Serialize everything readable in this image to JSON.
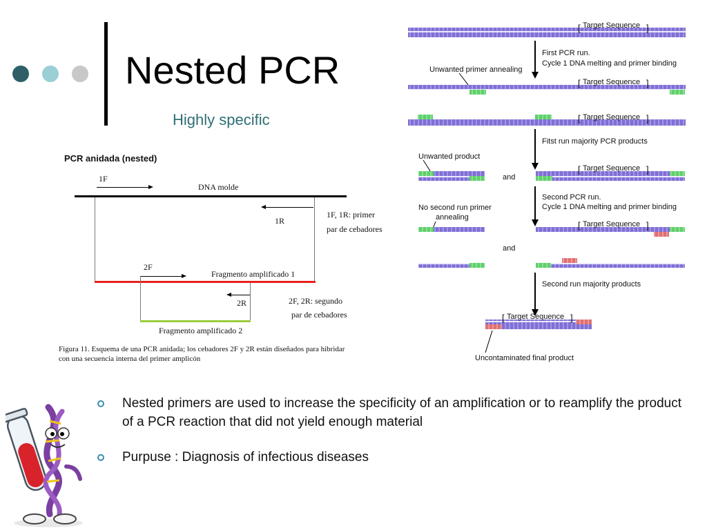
{
  "slide": {
    "title": "Nested PCR",
    "subtitle": "Highly specific",
    "colors": {
      "dot_dark": "#2e5f66",
      "dot_light": "#9acfd6",
      "dot_grey": "#c8c8c8",
      "subtitle": "#2e6e74",
      "bullet_mark": "#3b8bb0",
      "dna_blue": "#7f6fd6",
      "primer_green": "#5fd06a",
      "primer_red": "#e07070",
      "fragment_red": "#e8201c",
      "fragment_green": "#9ccc3c"
    }
  },
  "left_diagram": {
    "heading": "PCR anidada (nested)",
    "primer_1f": "1F",
    "dna_template": "DNA molde",
    "primer_1r": "1R",
    "primer_pair_1_line1": "1F, 1R: primer",
    "primer_pair_1_line2": "par de cebadores",
    "primer_2f": "2F",
    "fragment_1": "Fragmento amplificado 1",
    "primer_2r": "2R",
    "primer_pair_2_line1": "2F, 2R: segundo",
    "primer_pair_2_line2": "par de cebadores",
    "fragment_2": "Fragmento amplificado 2",
    "caption_line1": "Figura 11. Esquema de una PCR anidada; los cebadores 2F y 2R están diseñados para hibridar",
    "caption_line2": "con una secuencia interna del primer amplicón"
  },
  "right_diagram": {
    "target_sequence": "Target Sequence",
    "first_run_line1": "First PCR run.",
    "first_run_line2": "Cycle 1 DNA melting and primer binding",
    "unwanted_annealing": "Unwanted primer annealing",
    "first_run_products": "Fitst run majority PCR products",
    "unwanted_product": "Unwanted product",
    "and": "and",
    "second_run_line1": "Second PCR run.",
    "second_run_line2": "Cycle 1 DNA melting and primer binding",
    "no_annealing_line1": "No second run primer",
    "no_annealing_line2": "annealing",
    "second_run_products": "Second run majority products",
    "final_product": "Uncontaminated final product"
  },
  "bullets": [
    {
      "text": "Nested primers are used to increase the specificity of an amplification or to reamplify the product of a PCR reaction that did not yield enough material"
    },
    {
      "text": "Purpuse :  Diagnosis of infectious diseases"
    }
  ],
  "mascot": {
    "icon": "dna-mascot-with-test-tube-icon"
  }
}
